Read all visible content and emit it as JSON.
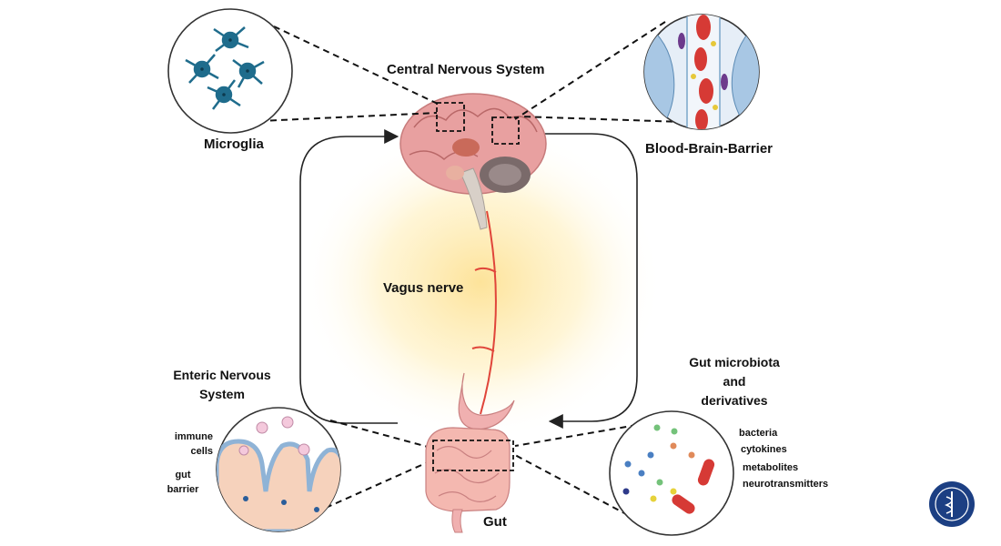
{
  "labels": {
    "cns": "Central Nervous System",
    "microglia": "Microglia",
    "bbb": "Blood-Brain-Barrier",
    "vagus": "Vagus nerve",
    "ens_line1": "Enteric Nervous",
    "ens_line2": "System",
    "gm_line1": "Gut microbiota",
    "gm_line2": "and",
    "gm_line3": "derivatives",
    "gut": "Gut",
    "immune_line1": "immune",
    "immune_line2": "cells",
    "barrier_line1": "gut",
    "barrier_line2": "barrier",
    "bacteria": "bacteria",
    "cytokines": "cytokines",
    "metabolites": "metabolites",
    "neurotransmitters": "neurotransmitters"
  },
  "icons": {
    "logo": "medical-caduceus-logo"
  },
  "colors": {
    "brain": "#e8a0a0",
    "nerve": "#e0453a",
    "gut": "#f0b0b0",
    "glow": "#fde9a8",
    "microglia": "#1f6c8c",
    "blood_cell": "#d63a35",
    "logo_bg": "#1c3f83"
  }
}
